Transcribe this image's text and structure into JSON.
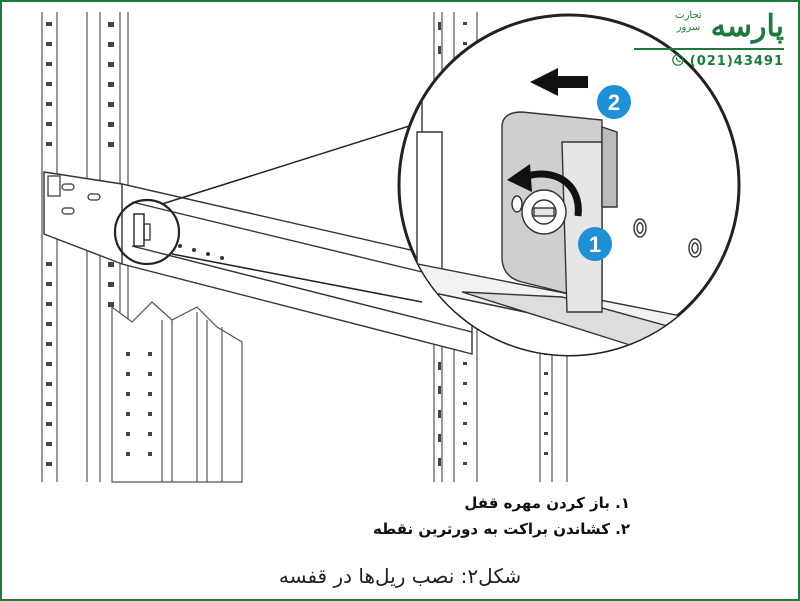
{
  "logo": {
    "brand": "پارسه",
    "tagline_line1": "تجارت",
    "tagline_line2": "سرور",
    "phone": "(021)43491"
  },
  "callouts": {
    "step1_badge": "1",
    "step2_badge": "2"
  },
  "steps": [
    "۱. باز کردن مهره قفل",
    "۲. کشاندن براکت به دورترین نقطه"
  ],
  "caption": "شکل۲: نصب ریل‌ها در قفسه",
  "colors": {
    "brand_green": "#1e7a3c",
    "badge_blue": "#1e90d6"
  },
  "icons": [
    "phone-icon",
    "arrow-left-icon",
    "rotate-arrow-icon"
  ]
}
